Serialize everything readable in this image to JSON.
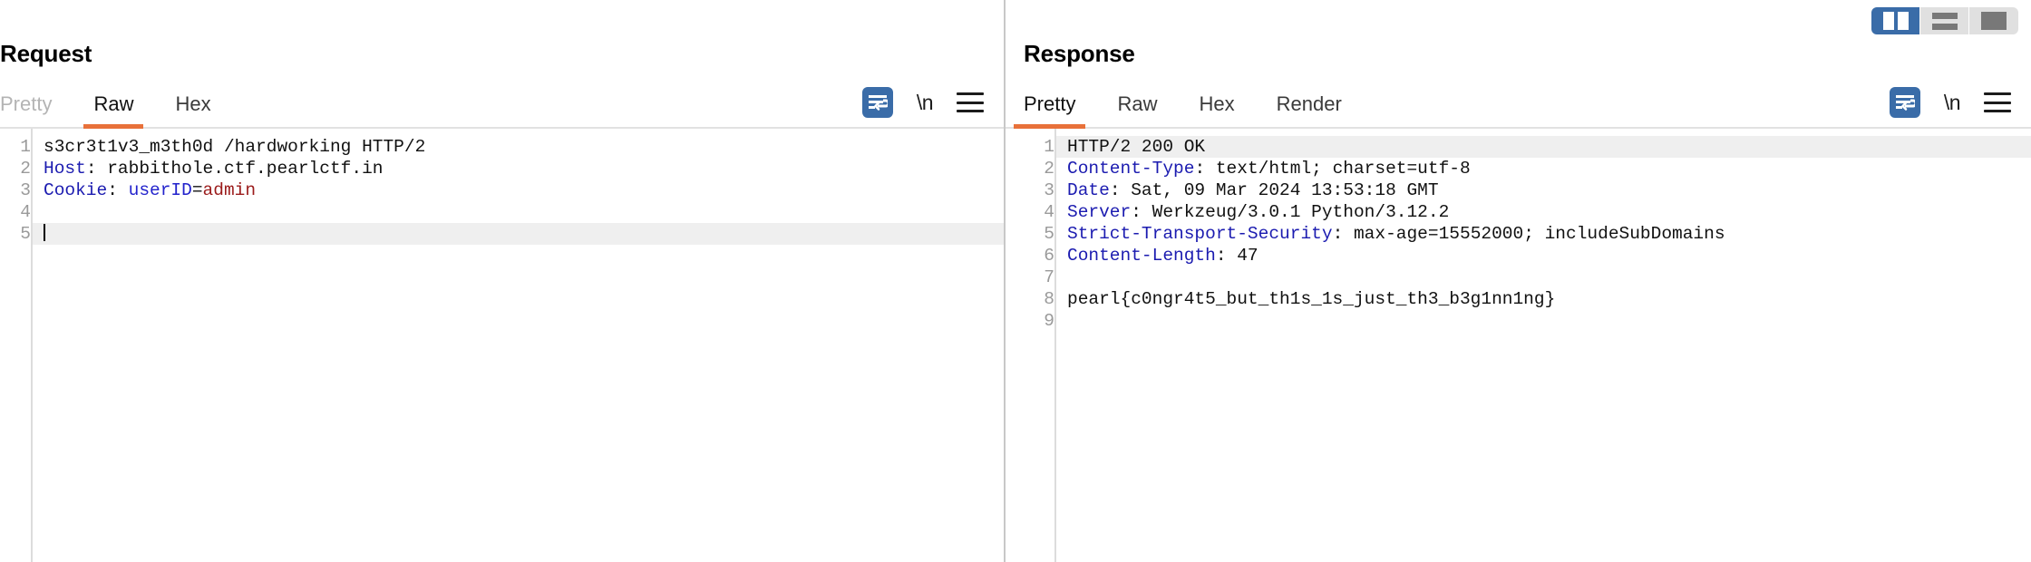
{
  "view_switcher": {
    "buttons": [
      {
        "name": "split-view",
        "label": "Side by side view",
        "active": true
      },
      {
        "name": "stacked-view",
        "label": "Stacked view",
        "active": false
      },
      {
        "name": "single-view",
        "label": "Single pane view",
        "active": false
      }
    ]
  },
  "request": {
    "title": "Request",
    "tabs": [
      {
        "label": "Pretty",
        "state": "disabled"
      },
      {
        "label": "Raw",
        "state": "active"
      },
      {
        "label": "Hex",
        "state": "normal"
      }
    ],
    "tools": {
      "wrap_label": "word-wrap",
      "newline_label": "\\n",
      "menu_label": "menu"
    },
    "line_numbers": [
      "1",
      "2",
      "3",
      "4",
      "5"
    ],
    "lines": [
      {
        "type": "start",
        "method": "s3cr3t1v3_m3th0d",
        "path": "/hardworking",
        "version": "HTTP/2"
      },
      {
        "type": "header",
        "name": "Host",
        "value": "rabbithole.ctf.pearlctf.in"
      },
      {
        "type": "cookie",
        "name": "Cookie",
        "cookie_name": "userID",
        "cookie_value": "admin"
      },
      {
        "type": "blank"
      },
      {
        "type": "caret"
      }
    ]
  },
  "response": {
    "title": "Response",
    "tabs": [
      {
        "label": "Pretty",
        "state": "active"
      },
      {
        "label": "Raw",
        "state": "normal"
      },
      {
        "label": "Hex",
        "state": "normal"
      },
      {
        "label": "Render",
        "state": "normal"
      }
    ],
    "tools": {
      "wrap_label": "word-wrap",
      "newline_label": "\\n",
      "menu_label": "menu"
    },
    "line_numbers": [
      "1",
      "2",
      "3",
      "4",
      "5",
      "6",
      "7",
      "8",
      "9"
    ],
    "status_line": "HTTP/2 200 OK",
    "headers": [
      {
        "name": "Content-Type",
        "value": " text/html; charset=utf-8"
      },
      {
        "name": "Date",
        "value": " Sat, 09 Mar 2024 13:53:18 GMT"
      },
      {
        "name": "Server",
        "value": " Werkzeug/3.0.1 Python/3.12.2"
      },
      {
        "name": "Strict-Transport-Security",
        "value": " max-age=15552000; includeSubDomains"
      },
      {
        "name": "Content-Length",
        "value": " 47"
      }
    ],
    "body": "pearl{c0ngr4t5_but_th1s_1s_just_th3_b3g1nn1ng}"
  },
  "colors": {
    "accent_orange": "#e8713a",
    "accent_blue": "#3a6ca8",
    "header_blue": "#1b1bb0",
    "value_red": "#9b1b1b",
    "highlight_gray": "#efefef"
  }
}
